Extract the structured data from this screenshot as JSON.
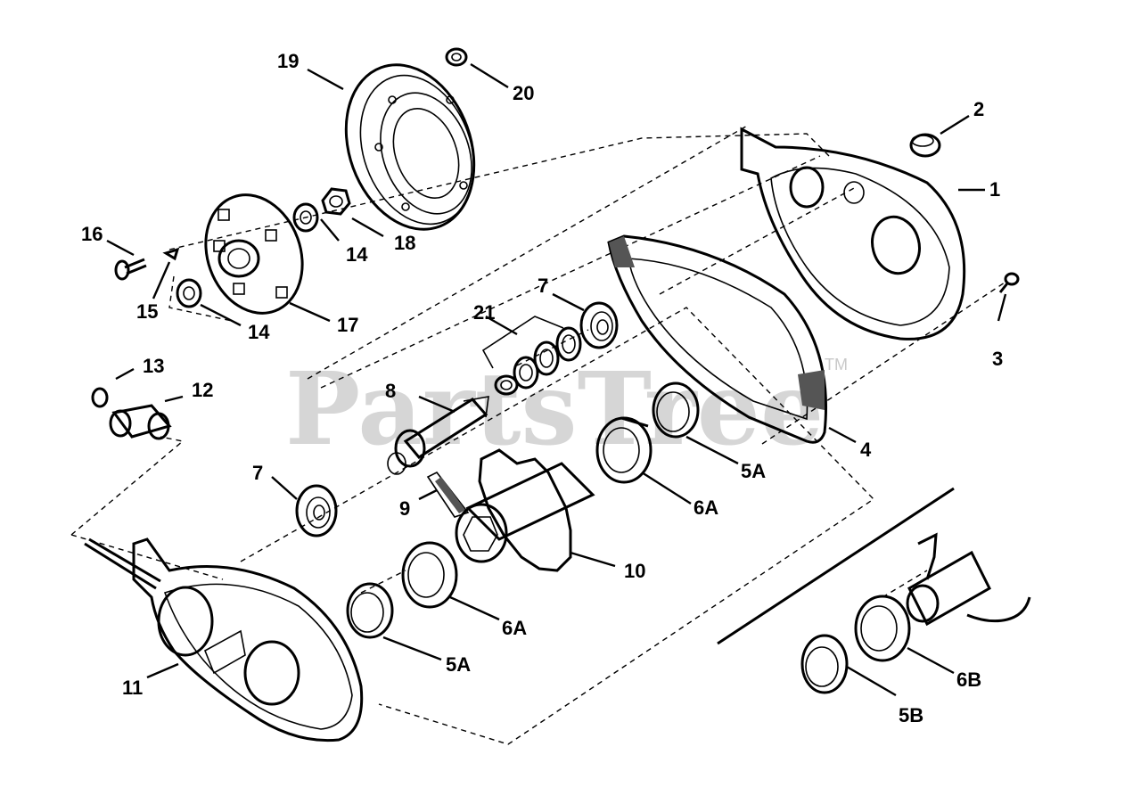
{
  "watermark": {
    "brand": "PartsTree",
    "trademark": "TM"
  },
  "callouts": {
    "c1": "1",
    "c2": "2",
    "c3": "3",
    "c4": "4",
    "c5a_top": "5A",
    "c5a_bottom": "5A",
    "c5b": "5B",
    "c6a_top": "6A",
    "c6a_bottom": "6A",
    "c6b": "6B",
    "c7_top": "7",
    "c7_left": "7",
    "c8": "8",
    "c9": "9",
    "c10": "10",
    "c11": "11",
    "c12": "12",
    "c13": "13",
    "c14_right": "14",
    "c14_left": "14",
    "c15": "15",
    "c16": "16",
    "c17": "17",
    "c18": "18",
    "c19": "19",
    "c20": "20",
    "c21": "21"
  },
  "colors": {
    "ink": "#000000",
    "watermark": "#c9c9c9",
    "background": "#ffffff"
  }
}
